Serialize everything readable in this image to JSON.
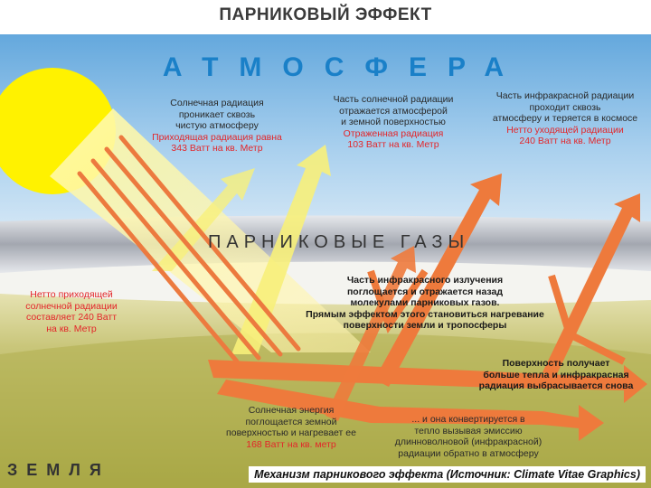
{
  "title": "ПАРНИКОВЫЙ ЭФФЕКТ",
  "atmosphere_label": "АТМОСФЕРА",
  "gases_label": "ПАРНИКОВЫЕ ГАЗЫ",
  "earth_label": "ЗЕМЛЯ",
  "caption": "Механизм парникового эффекта (Источник: Climate Vitae Graphics)",
  "colors": {
    "sky_top": "#5aa4dc",
    "sky_bottom": "#e8f1f8",
    "gas_band": "#a8acb4",
    "ground": "#a7a742",
    "sun": "#fff200",
    "orange_arrow": "#ee7a3c",
    "yellow_arrow": "#f7f07a",
    "accent_red": "#e3262a",
    "atmosphere_blue": "#1a80c8"
  },
  "blocks": {
    "incoming": {
      "lines": [
        "Солнечная радиация",
        "проникает сквозь",
        "чистую атмосферу"
      ],
      "red_lines": [
        "Приходящая радиация равна",
        "343 Ватт на кв. Метр"
      ]
    },
    "reflected": {
      "lines": [
        "Часть солнечной радиации",
        "отражается атмосферой",
        "и земной поверхностью"
      ],
      "red_lines": [
        "Отраженная радиация",
        "103 Ватт на кв. Метр"
      ]
    },
    "outgoing_ir": {
      "lines": [
        "Часть инфракрасной радиации",
        "проходит сквозь",
        "атмосферу и теряется в космосе"
      ],
      "red_lines": [
        "Нетто уходящей радиации",
        "240 Ватт на кв. Метр"
      ]
    },
    "net_incoming": {
      "red_lines": [
        "Нетто приходящей",
        "солнечной радиации",
        "составляет 240 Ватт",
        "на кв. Метр"
      ]
    },
    "ir_absorbed": {
      "lines": [
        "Часть инфракрасного излучения",
        "поглощается и отражается назад",
        "молекулами парниковых газов.",
        "Прямым эффектом этого становиться нагревание",
        "поверхности земли и тропосферы"
      ]
    },
    "surface_gets": {
      "lines": [
        "Поверхность получает",
        "больше тепла и инфракрасная",
        "радиация выбрасывается снова"
      ]
    },
    "absorbed": {
      "lines": [
        "Солнечная энергия",
        "поглощается земной",
        "поверхностью и нагревает ее"
      ],
      "red_lines": [
        "168 Ватт на кв. метр"
      ]
    },
    "converted": {
      "lines": [
        "... и она конвертируется в",
        "тепло вызывая эмиссию",
        "длинноволновой (инфракрасной)",
        "радиации обратно в атмосферу"
      ]
    }
  }
}
